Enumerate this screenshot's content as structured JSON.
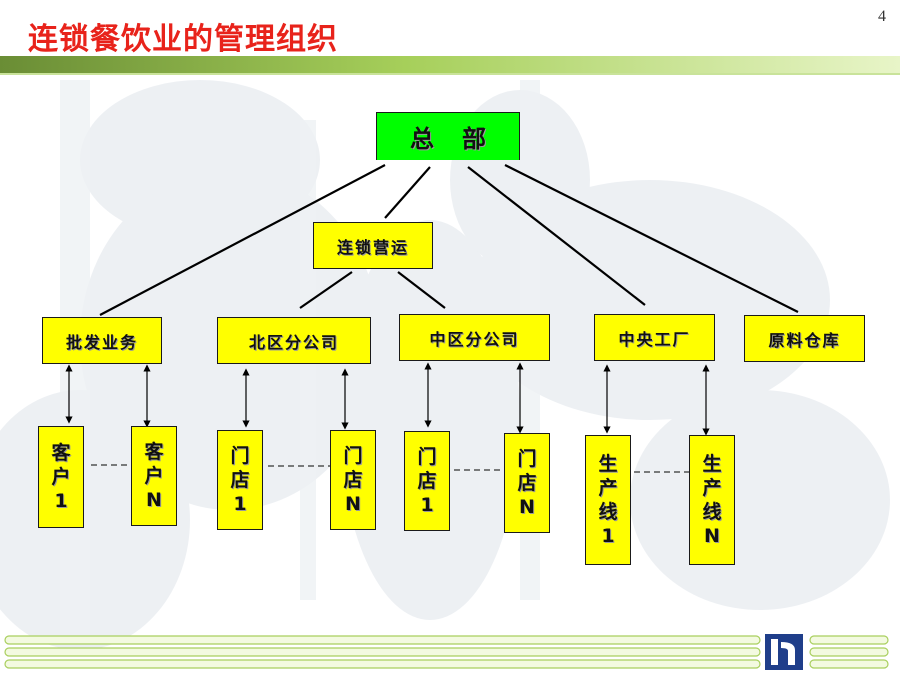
{
  "page": {
    "title": "连锁餐饮业的管理组织",
    "page_number": "4"
  },
  "colors": {
    "title": "#e8231b",
    "hq_box": "#00ff00",
    "unit_box": "#ffff00",
    "header_band": "#8fbf4a"
  },
  "org": {
    "hq": "总部",
    "chain_ops": "连锁营运",
    "units": [
      "批发业务",
      "北区分公司",
      "中区分公司",
      "中央工厂",
      "原料仓库"
    ],
    "sub": {
      "wholesale": [
        "客户1",
        "客户N"
      ],
      "north": [
        "门店1",
        "门店N"
      ],
      "central": [
        "门店1",
        "门店N"
      ],
      "factory": [
        "生产线1",
        "生产线N"
      ]
    }
  },
  "footer": {
    "logo": "company-logo"
  }
}
